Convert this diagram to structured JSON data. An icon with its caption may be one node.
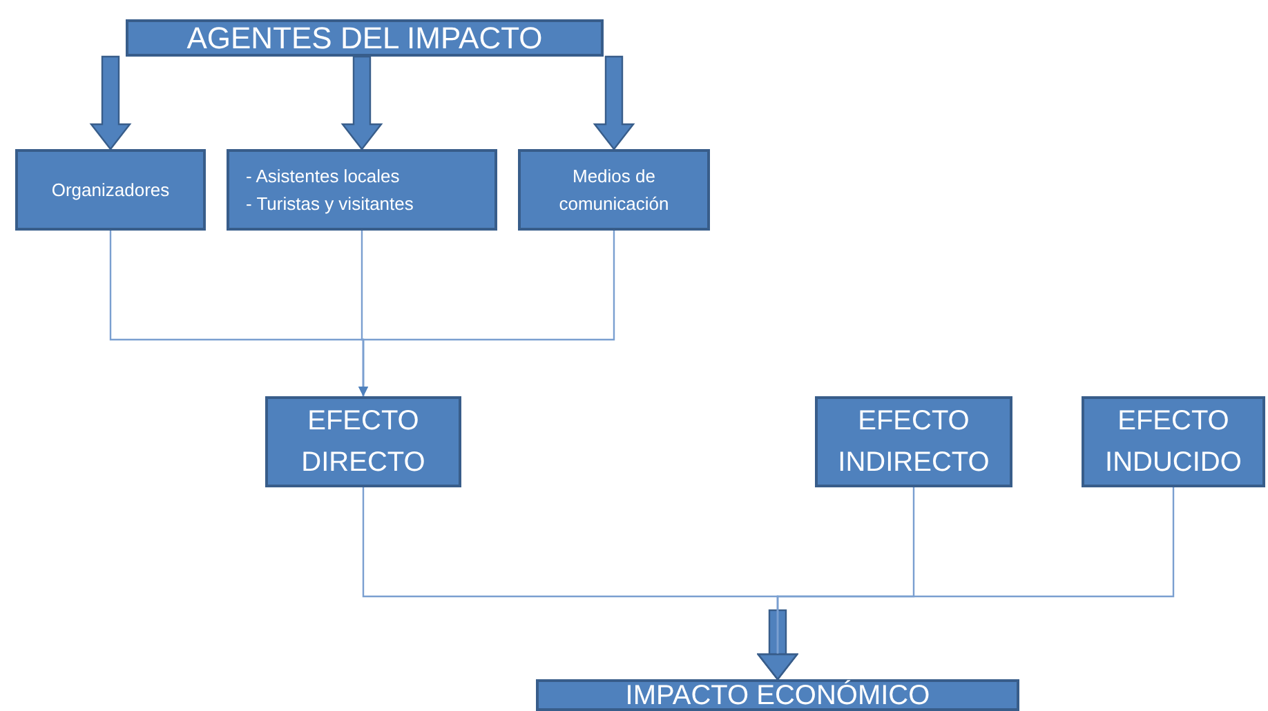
{
  "diagram": {
    "nodes": [
      {
        "text": [
          "AGENTES DEL IMPACTO"
        ]
      },
      {
        "text": [
          "Organizadores"
        ]
      },
      {
        "text": [
          "- Asistentes locales",
          "- Turistas y visitantes"
        ]
      },
      {
        "text": [
          "Medios de comunicación"
        ]
      },
      {
        "text": [
          "EFECTO DIRECTO"
        ]
      },
      {
        "text": [
          "EFECTO INDIRECTO"
        ]
      },
      {
        "text": [
          "EFECTO INDUCIDO"
        ]
      },
      {
        "text": [
          "IMPACTO ECONÓMICO"
        ]
      }
    ],
    "edges": [
      {
        "from": 0,
        "to": 1,
        "arrow": "to",
        "style": "thick"
      },
      {
        "from": 0,
        "to": 2,
        "arrow": "to",
        "style": "thick"
      },
      {
        "from": 0,
        "to": 3,
        "arrow": "to",
        "style": "thick"
      },
      {
        "from": 1,
        "to": 4,
        "arrow": "to"
      },
      {
        "from": 2,
        "to": 4,
        "arrow": "to"
      },
      {
        "from": 3,
        "to": 4,
        "arrow": "to"
      },
      {
        "from": 4,
        "to": 7,
        "arrow": "to"
      },
      {
        "from": 5,
        "to": 7,
        "arrow": "to"
      },
      {
        "from": 6,
        "to": 7,
        "arrow": "to"
      }
    ]
  }
}
